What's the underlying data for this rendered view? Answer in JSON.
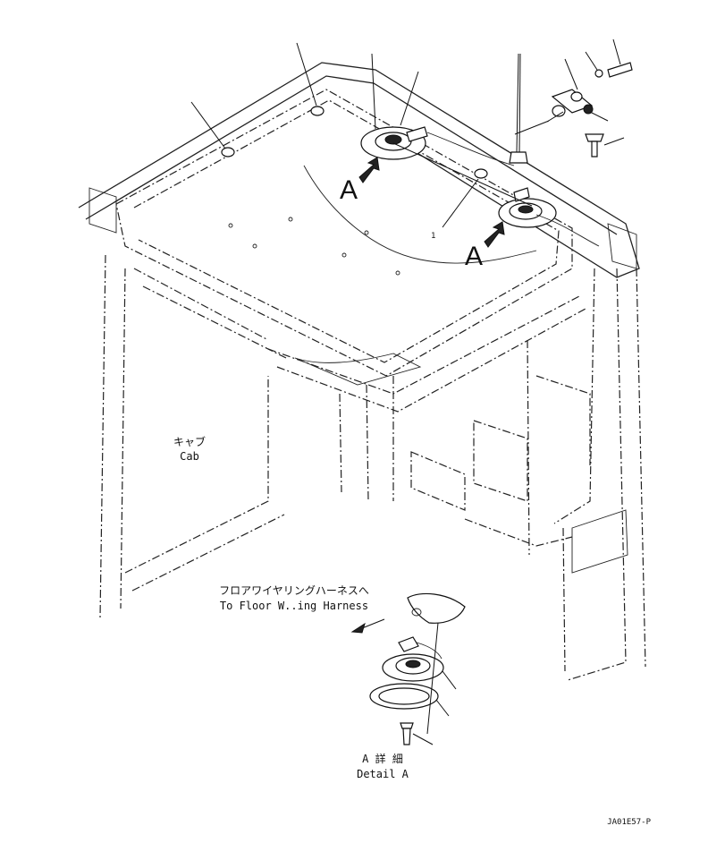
{
  "labels": {
    "cab_jp": "キャブ",
    "cab_en": "Cab",
    "harness_jp": "フロアワイヤリングハーネスへ",
    "harness_en": "To Floor W..ing Harness",
    "detail_jp": "A 詳 細",
    "detail_en": "Detail A",
    "callout_1": "A",
    "callout_2": "A",
    "small_mark": "1",
    "drawing_ref": "JA01E57-P"
  }
}
